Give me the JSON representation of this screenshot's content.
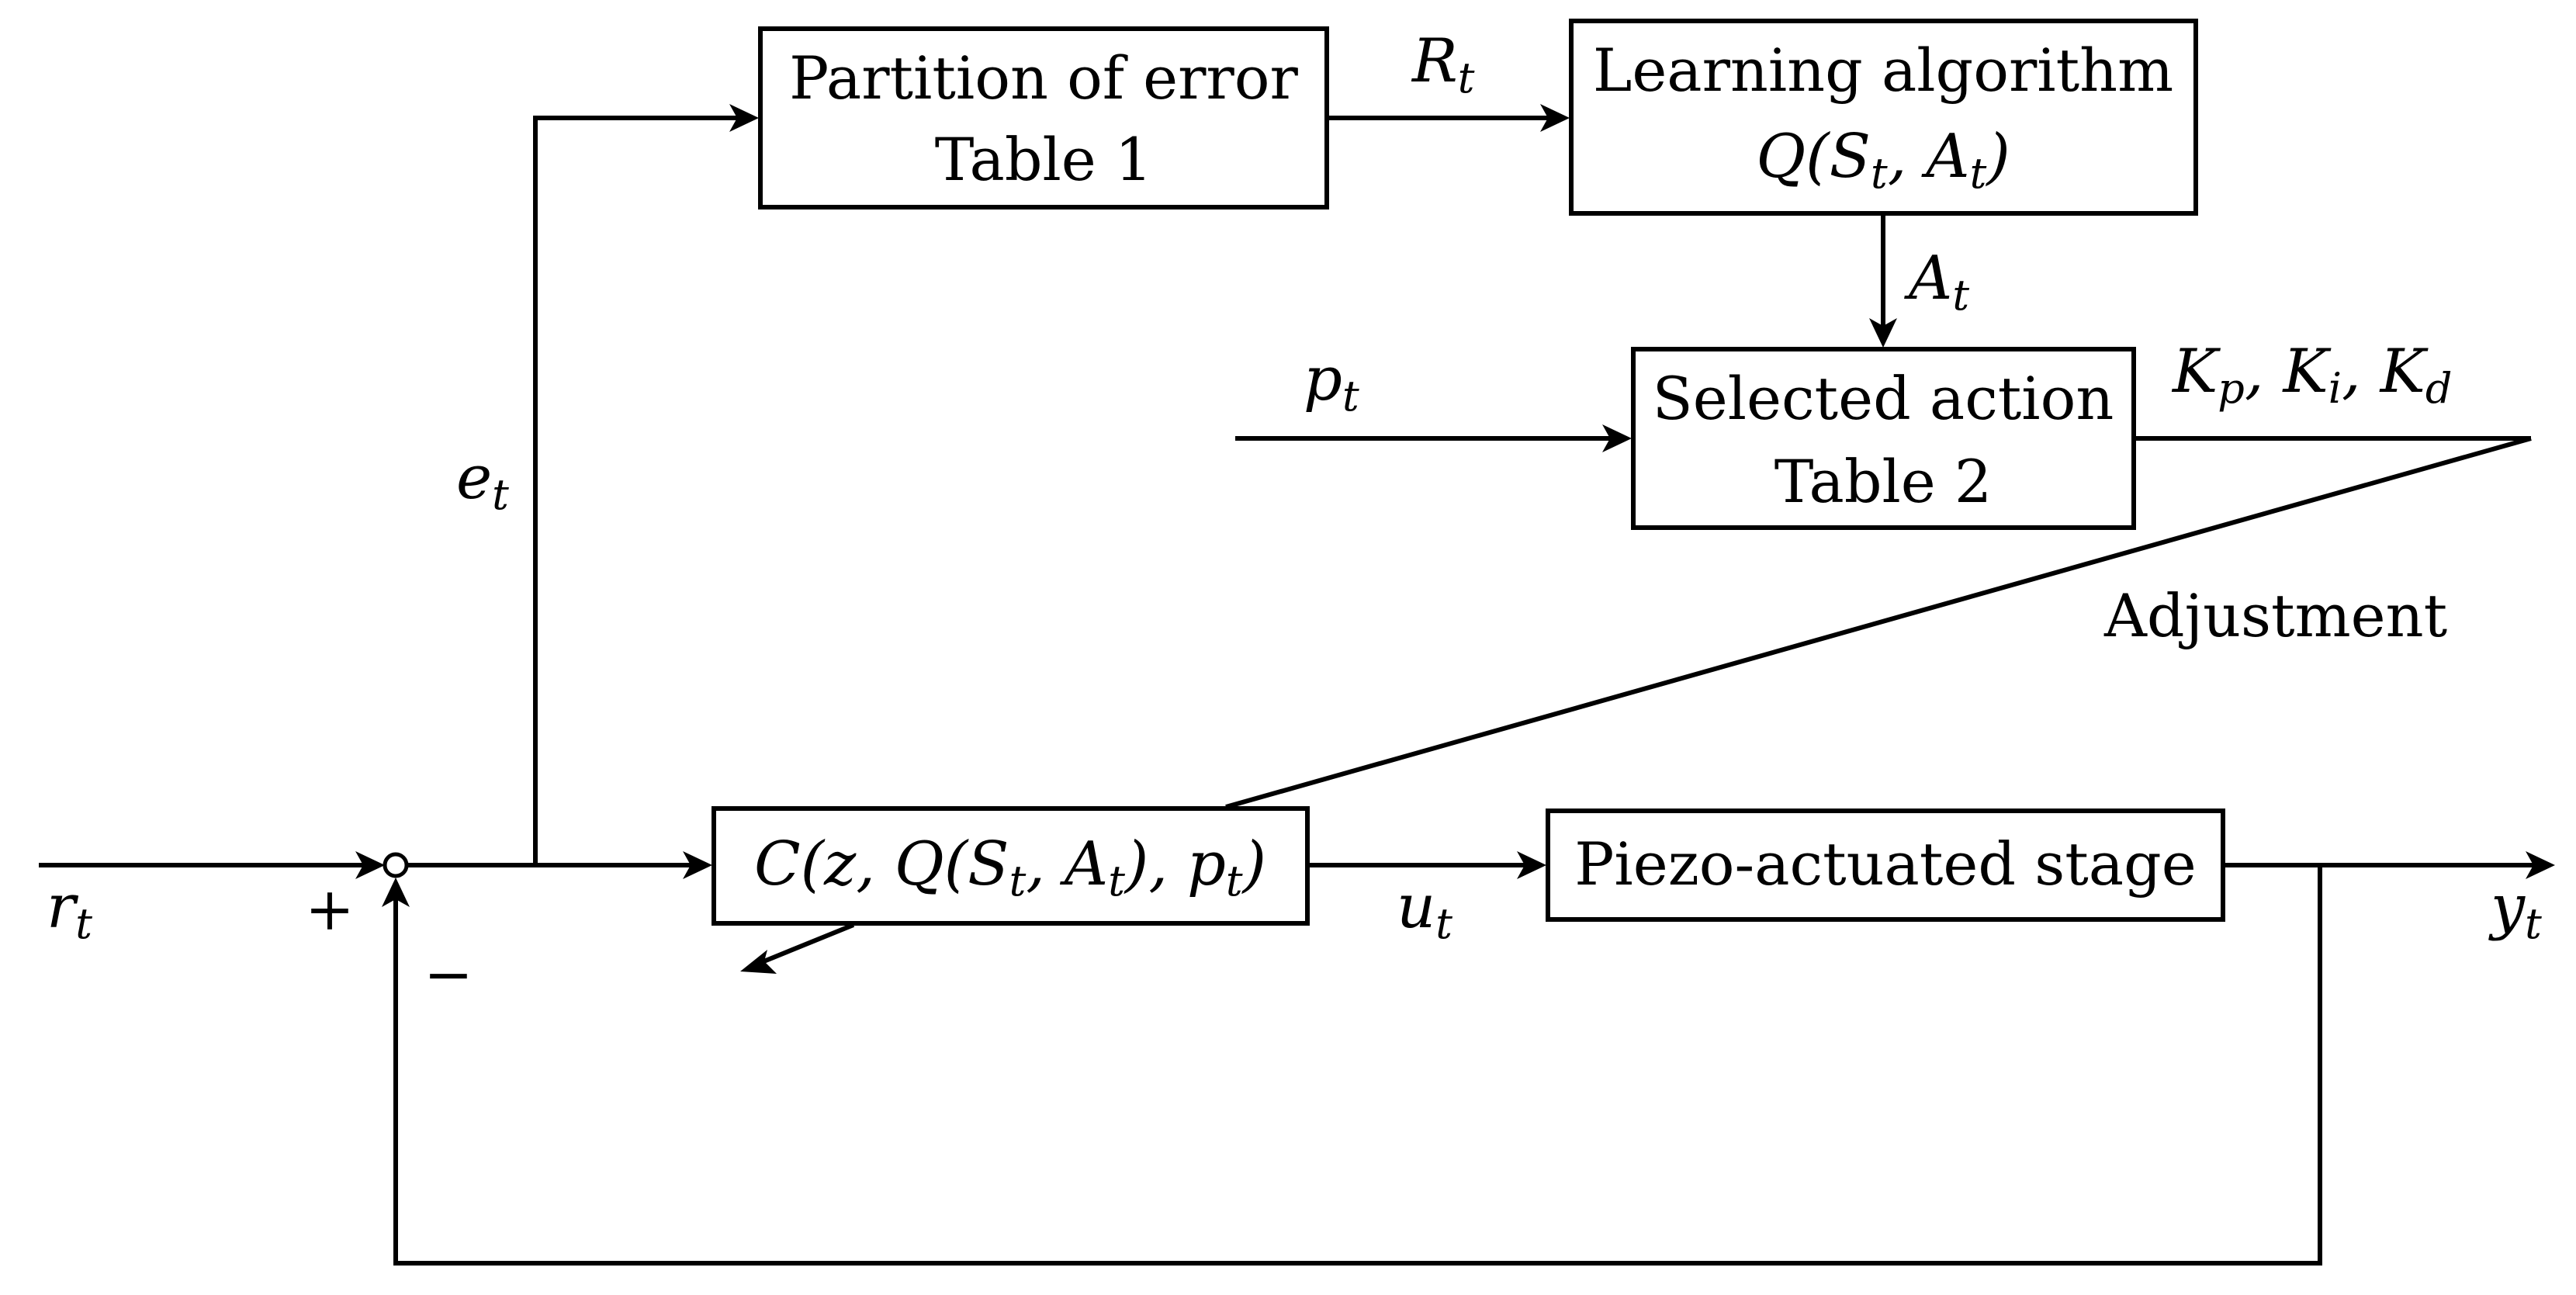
{
  "diagram": {
    "blocks": {
      "partition": {
        "line1": "Partition of error",
        "line2": "Table 1"
      },
      "learning": {
        "line1": "Learning algorithm",
        "line2": "Q(S",
        "line2_sub1": "t",
        "line2_mid": ", A",
        "line2_sub2": "t",
        "line2_end": ")"
      },
      "selected": {
        "line1": "Selected action",
        "line2": "Table 2"
      },
      "controller": {
        "text_a": "C(z, Q(S",
        "sub1": "t",
        "text_b": ", A",
        "sub2": "t",
        "text_c": "), p",
        "sub3": "t",
        "text_d": ")"
      },
      "plant": {
        "label": "Piezo-actuated stage"
      }
    },
    "signals": {
      "reference": {
        "base": "r",
        "sub": "t"
      },
      "error": {
        "base": "e",
        "sub": "t"
      },
      "reward": {
        "base": "R",
        "sub": "t"
      },
      "action": {
        "base": "A",
        "sub": "t"
      },
      "parameter": {
        "base": "p",
        "sub": "t"
      },
      "gains": {
        "k1": "K",
        "s1": "p",
        "k2": ", K",
        "s2": "i",
        "k3": ", K",
        "s3": "d"
      },
      "control": {
        "base": "u",
        "sub": "t"
      },
      "output": {
        "base": "y",
        "sub": "t"
      }
    },
    "summing_junction": {
      "plus": "+",
      "minus": "−"
    },
    "adjustment_label": "Adjustment"
  }
}
